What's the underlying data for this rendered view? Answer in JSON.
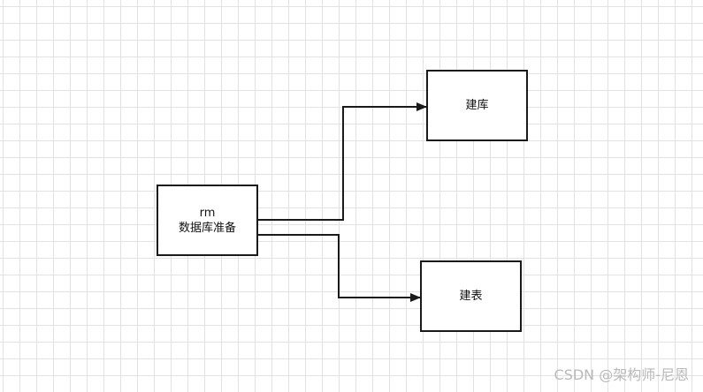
{
  "diagram": {
    "nodes": {
      "rm": {
        "line1": "rm",
        "line2": "数据库准备"
      },
      "build_db": {
        "label": "建库"
      },
      "build_table": {
        "label": "建表"
      }
    },
    "edge_color": "#1a1a1a",
    "grid_color": "#e2e2e2"
  },
  "watermark": "CSDN @架构师-尼恩"
}
